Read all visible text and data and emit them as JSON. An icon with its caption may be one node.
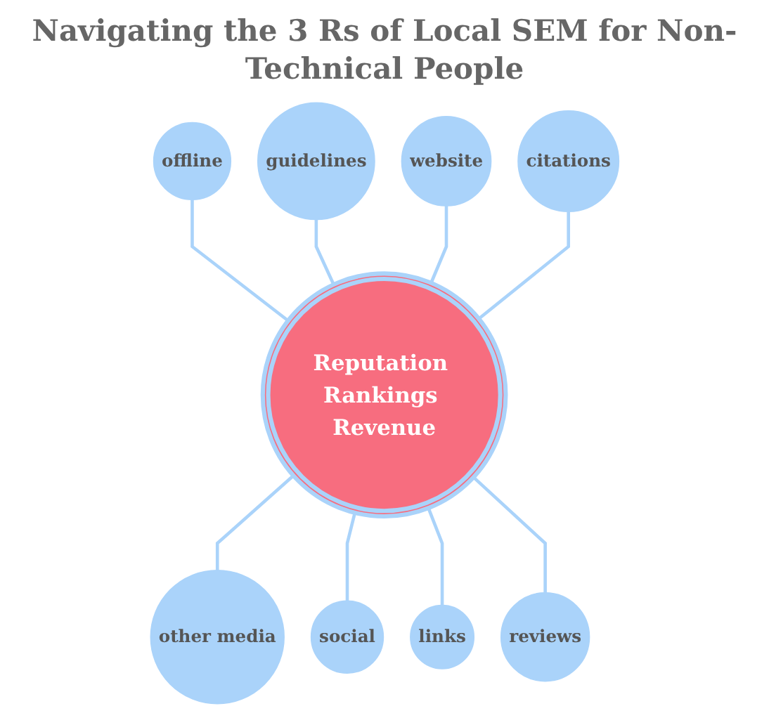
{
  "diagram": {
    "title": "Navigating the 3 Rs of Local SEM for Non-Technical People",
    "nodes": [
      {
        "text": [
          "Reputation Rankings Revenue"
        ]
      },
      {
        "text": [
          "website"
        ]
      },
      {
        "text": [
          "citations"
        ]
      },
      {
        "text": [
          "reviews"
        ]
      },
      {
        "text": [
          "links"
        ]
      },
      {
        "text": [
          "social"
        ]
      },
      {
        "text": [
          "other media"
        ]
      },
      {
        "text": [
          "offline"
        ]
      },
      {
        "text": [
          "guidelines"
        ]
      }
    ],
    "edges": [
      {
        "from": 7,
        "to": 0,
        "arrow": "none"
      },
      {
        "from": 8,
        "to": 0,
        "arrow": "none"
      },
      {
        "from": 1,
        "to": 0,
        "arrow": "none"
      },
      {
        "from": 2,
        "to": 0,
        "arrow": "none"
      },
      {
        "from": 0,
        "to": 6,
        "arrow": "none"
      },
      {
        "from": 0,
        "to": 5,
        "arrow": "none"
      },
      {
        "from": 0,
        "to": 4,
        "arrow": "none"
      },
      {
        "from": 0,
        "to": 3,
        "arrow": "none"
      }
    ]
  }
}
